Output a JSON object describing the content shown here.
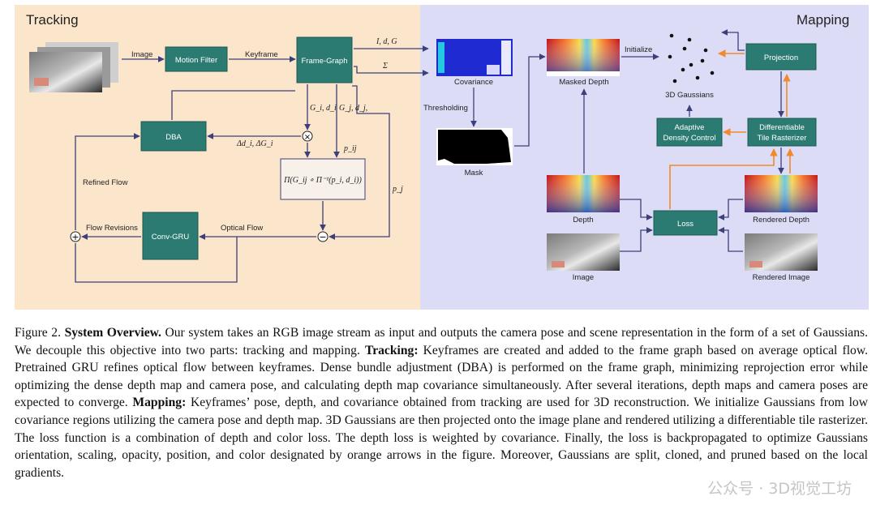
{
  "figure": {
    "sections": {
      "tracking": "Tracking",
      "mapping": "Mapping"
    },
    "boxes": {
      "motion_filter": "Motion Filter",
      "frame_graph": "Frame-Graph",
      "dba": "DBA",
      "conv_gru": "Conv-GRU",
      "projection_formula": "Π(G_ij ∘ Π⁻¹(p_i, d_i))",
      "projection": "Projection",
      "adaptive_density_control": [
        "Adaptive",
        "Density Control"
      ],
      "differentiable_tile_rasterizer": [
        "Differentiable",
        "Tile Rasterizer"
      ],
      "loss": "Loss"
    },
    "labels": {
      "image_in": "Image",
      "keyframe": "Keyframe",
      "idg": "I, d, G",
      "sigma": "Σ",
      "gi_di": "G_i, d_i",
      "gj_dj": "G_j, d_j,",
      "pij": "p_ij",
      "pj": "p_j",
      "delta": "Δd_i, ΔG_i",
      "refined_flow": "Refined Flow",
      "flow_revisions": "Flow Revisions",
      "optical_flow": "Optical Flow",
      "covariance": "Covariance",
      "thresholding": "Thresholding",
      "mask": "Mask",
      "masked_depth": "Masked Depth",
      "initialize": "Initialize",
      "gaussians_3d": "3D Gaussians",
      "depth": "Depth",
      "image_out": "Image",
      "rendered_depth": "Rendered Depth",
      "rendered_image": "Rendered Image"
    },
    "colors": {
      "tracking_bg": "#fbe6cc",
      "mapping_bg": "#dcdcf7",
      "box_fill": "#2b7b72",
      "arrow": "#3c3f7a",
      "orange_arrow": "#f08a2a"
    }
  },
  "caption": {
    "prefix": "Figure 2. ",
    "title": "System Overview.",
    "part1": " Our system takes an RGB image stream as input and outputs the camera pose and scene representation in the form of a set of Gaussians. We decouple this objective into two parts: tracking and mapping. ",
    "tracking_head": "Tracking:",
    "part2": " Keyframes are created and added to the frame graph based on average optical flow. Pretrained GRU refines optical flow between keyframes. Dense bundle adjustment (DBA) is performed on the frame graph, minimizing reprojection error while optimizing the dense depth map and camera pose, and calculating depth map covariance simultaneously. After several iterations, depth maps and camera poses are expected to converge. ",
    "mapping_head": "Mapping:",
    "part3": " Keyframes’ pose, depth, and covariance obtained from tracking are used for 3D reconstruction. We initialize Gaussians from low covariance regions utilizing the camera pose and depth map. 3D Gaussians are then projected onto the image plane and rendered utilizing a differentiable tile rasterizer. The loss function is a combination of depth and color loss. The depth loss is weighted by covariance. Finally, the loss is backpropagated to optimize Gaussians orientation, scaling, opacity, position, and color designated by orange arrows in the figure. Moreover, Gaussians are split, cloned, and pruned based on the local gradients."
  },
  "watermark": "公众号 · 3D视觉工坊"
}
